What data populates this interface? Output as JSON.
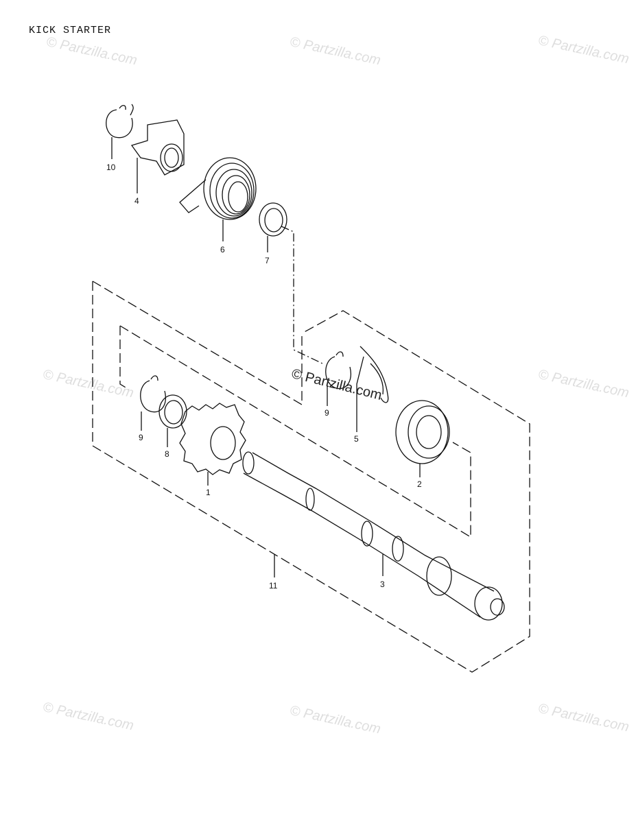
{
  "title": "KICK STARTER",
  "watermark": "© Partzilla.com",
  "watermark_center": "© Partzilla.com",
  "callouts": {
    "p1": "1",
    "p2": "2",
    "p3": "3",
    "p4": "4",
    "p5": "5",
    "p6": "6",
    "p7": "7",
    "p8": "8",
    "p9a": "9",
    "p9b": "9",
    "p10": "10",
    "p11": "11"
  },
  "colors": {
    "line": "#111111",
    "watermark": "#dedede"
  }
}
